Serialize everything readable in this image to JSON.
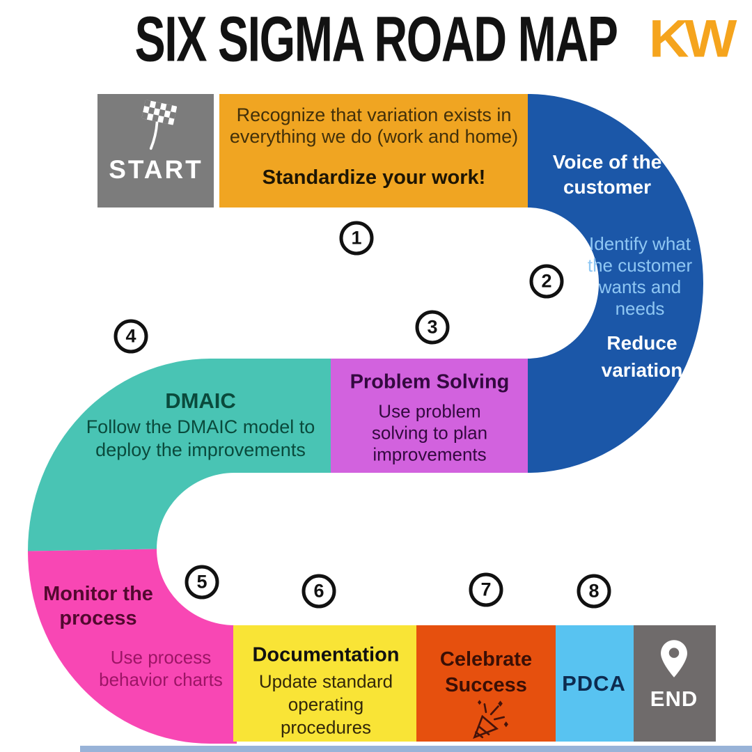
{
  "title": "SIX SIGMA ROAD MAP",
  "logo_text": "KW",
  "start": {
    "label": "START"
  },
  "end": {
    "label": "END"
  },
  "steps": {
    "s1": {
      "number": "1",
      "lines": [
        "Recognize that variation exists in",
        "everything we do (work and home)"
      ],
      "emphasis": "Standardize your work!"
    },
    "s2": {
      "number": "2",
      "title_lines": [
        "Voice of the",
        "customer"
      ],
      "detail_lines": [
        "Identify what",
        "the customer",
        "wants and",
        "needs"
      ],
      "footer_lines": [
        "Reduce",
        "variation"
      ]
    },
    "s3": {
      "number": "3",
      "title": "Problem Solving",
      "detail_lines": [
        "Use problem",
        "solving to plan",
        "improvements"
      ]
    },
    "s4": {
      "number": "4",
      "title": "DMAIC",
      "detail_lines": [
        "Follow the DMAIC model to",
        "deploy the improvements"
      ]
    },
    "s5": {
      "number": "5",
      "title_lines": [
        "Monitor the",
        "process"
      ],
      "detail_lines": [
        "Use process",
        "behavior charts"
      ]
    },
    "s6": {
      "number": "6",
      "title": "Documentation",
      "detail_lines": [
        "Update standard",
        "operating",
        "procedures"
      ]
    },
    "s7": {
      "number": "7",
      "title_lines": [
        "Celebrate",
        "Success"
      ]
    },
    "s8": {
      "number": "8",
      "title": "PDCA"
    }
  },
  "colors": {
    "road-gray": "#7C7C7C",
    "end-gray": "#6F6B6B",
    "road-orange": "#F0A522",
    "road-blue": "#1B57A8",
    "road-teal": "#49C4B4",
    "road-purple": "#D262DE",
    "road-pink": "#F847B4",
    "road-yellow": "#F9E436",
    "road-orangered": "#E6500E",
    "road-lightblue": "#58C3F1",
    "logo-orange": "#F5A41D",
    "t-orange-dark": "#42300A",
    "t-orange-black": "#1D1504",
    "t-blue-light": "#8FC7F3",
    "t-teal-dark": "#0A4A3C",
    "t-purple-dark": "#33093F",
    "t-pink-title": "#53092F",
    "t-pink-sub": "#9C1566",
    "t-yellow-sub": "#33280A",
    "t-red-dark": "#3A0F05",
    "t-pdca": "#0D2B50"
  }
}
